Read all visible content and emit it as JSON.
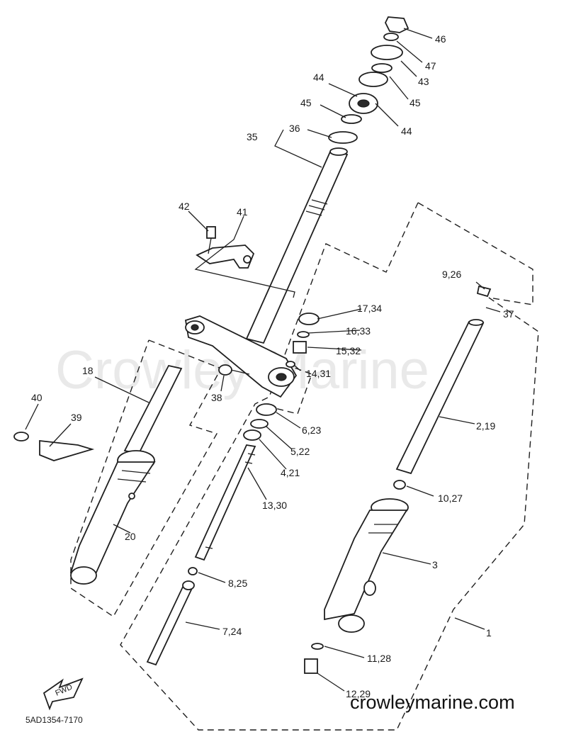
{
  "watermark": "Crowley Marine",
  "site_url": "crowleymarine.com",
  "diagram_code": "5AD1354-7170",
  "fwd_arrow_label": "FWD",
  "callouts": {
    "c1": "1",
    "c2_19": "2,19",
    "c3": "3",
    "c4_21": "4,21",
    "c5_22": "5,22",
    "c6_23": "6,23",
    "c7_24": "7,24",
    "c8_25": "8,25",
    "c9_26": "9,26",
    "c10_27": "10,27",
    "c11_28": "11,28",
    "c12_29": "12,29",
    "c13_30": "13,30",
    "c14_31": "14,31",
    "c15_32": "15,32",
    "c16_33": "16,33",
    "c17_34": "17,34",
    "c18": "18",
    "c20": "20",
    "c35": "35",
    "c36": "36",
    "c37": "37",
    "c38": "38",
    "c39": "39",
    "c40": "40",
    "c41": "41",
    "c42": "42",
    "c43": "43",
    "c44a": "44",
    "c44b": "44",
    "c45a": "45",
    "c45b": "45",
    "c46": "46",
    "c47": "47"
  }
}
